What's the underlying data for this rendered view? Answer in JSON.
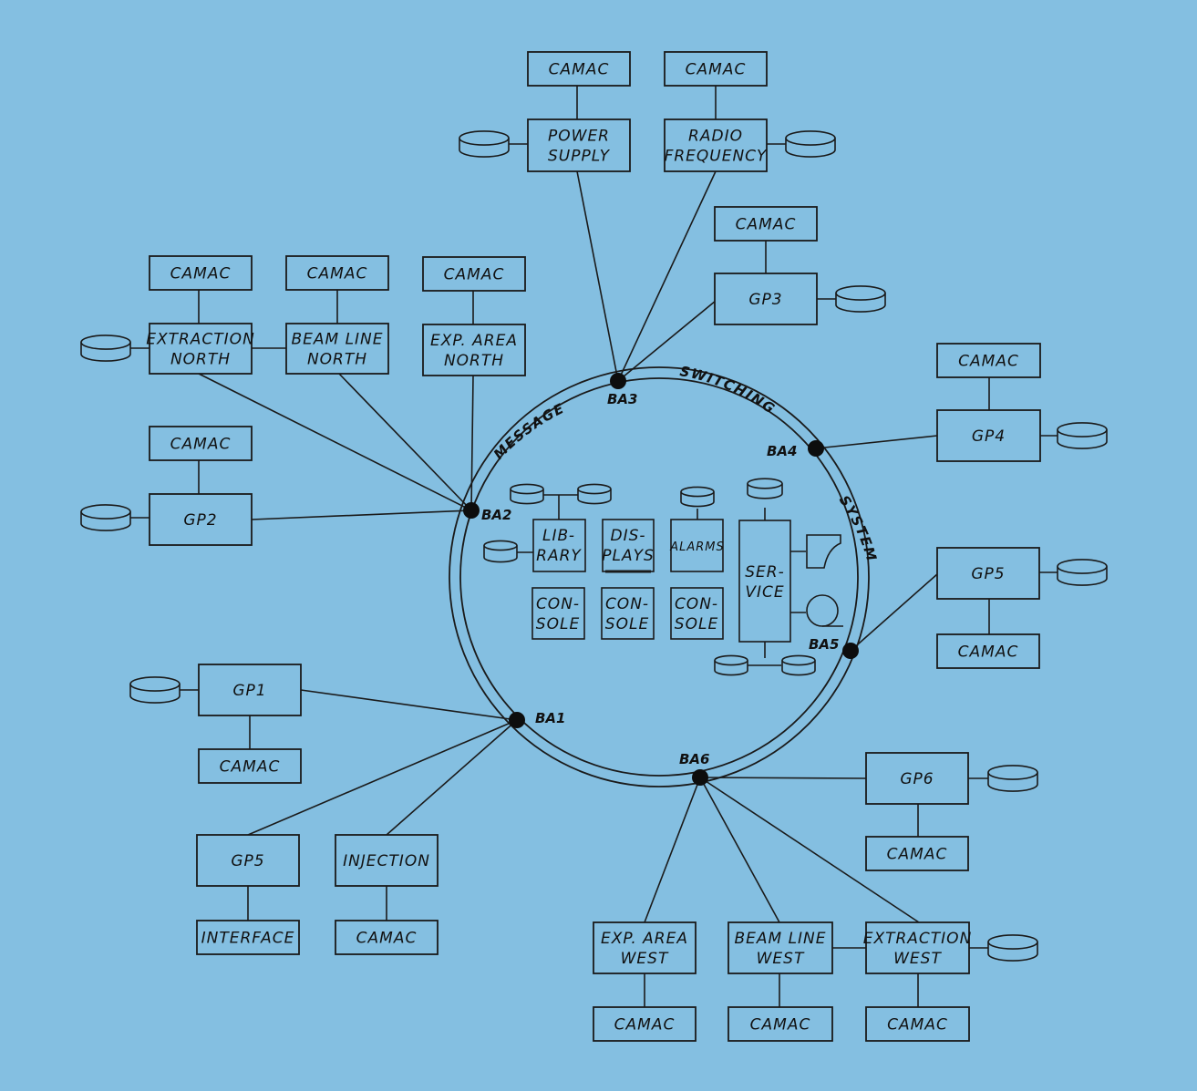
{
  "colors": {
    "background": "#84bfe1",
    "line": "#1a1a1a",
    "node": "#0d0d0d"
  },
  "ring": {
    "message_label": "MESSAGE",
    "switching_label": "SWITCHING",
    "system_label": "SYSTEM"
  },
  "nodes": {
    "ba1": "BA1",
    "ba2": "BA2",
    "ba3": "BA3",
    "ba4": "BA4",
    "ba5": "BA5",
    "ba6": "BA6"
  },
  "boxes": {
    "camac": "CAMAC",
    "power_supply": [
      "POWER",
      "SUPPLY"
    ],
    "radio_frequency": [
      "RADIO",
      "FREQUENCY"
    ],
    "gp1": "GP1",
    "gp2": "GP2",
    "gp3": "GP3",
    "gp4": "GP4",
    "gp5": "GP5",
    "gp6": "GP6",
    "extraction_north": [
      "EXTRACTION",
      "NORTH"
    ],
    "beam_line_north": [
      "BEAM LINE",
      "NORTH"
    ],
    "exp_area_north": [
      "EXP. AREA",
      "NORTH"
    ],
    "injection": "INJECTION",
    "interface": "INTERFACE",
    "exp_area_west": [
      "EXP. AREA",
      "WEST"
    ],
    "beam_line_west": [
      "BEAM LINE",
      "WEST"
    ],
    "extraction_west": [
      "EXTRACTION",
      "WEST"
    ]
  },
  "center": {
    "library": [
      "LIB-",
      "RARY"
    ],
    "displays": [
      "DIS-",
      "PLAYS"
    ],
    "alarms": "ALARMS",
    "console": [
      "CON-",
      "SOLE"
    ],
    "service": [
      "SER-",
      "VICE"
    ]
  }
}
